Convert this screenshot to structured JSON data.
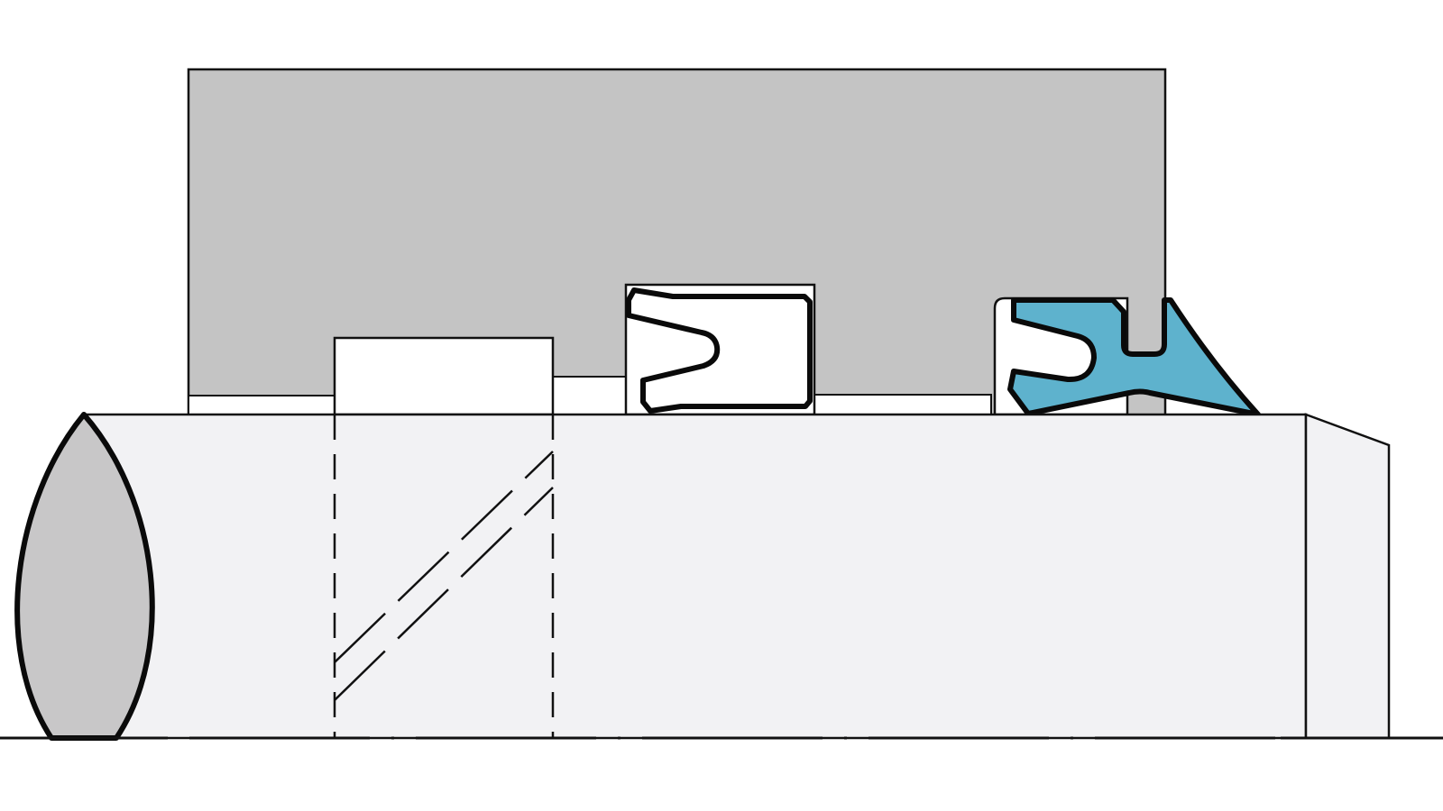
{
  "colors": {
    "background": "#ffffff",
    "housing": "#c4c4c4",
    "rod": "#f2f2f4",
    "rod_end": "#c8c7c8",
    "wiper": "#5eb2cd",
    "outline": "#111111",
    "seal_outline": "#0a0a0a"
  },
  "icons": {
    "housing": "housing-block",
    "rod": "piston-rod",
    "guide_ring": "guide-ring",
    "rod_seal": "u-cup-seal",
    "wiper_seal": "wiper-seal"
  }
}
